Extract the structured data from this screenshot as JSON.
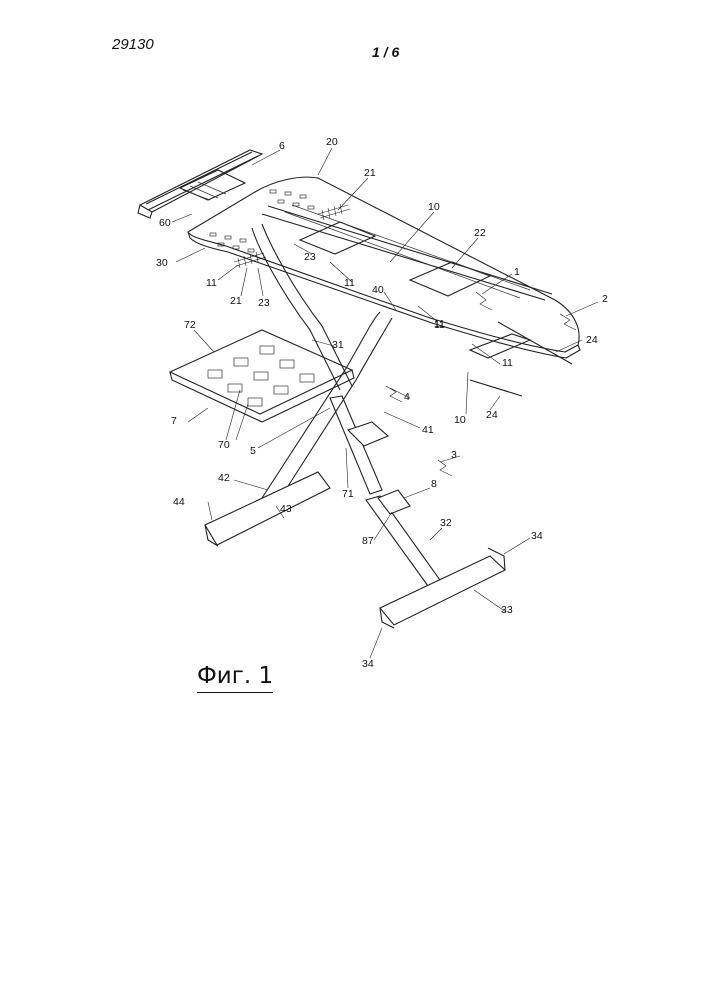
{
  "header": {
    "document_number": "29130",
    "page_counter": "1 / 6"
  },
  "figure": {
    "caption": "Фиг. 1",
    "reference_labels": [
      "6",
      "20",
      "21",
      "10",
      "22",
      "60",
      "30",
      "23",
      "11",
      "11",
      "1",
      "2",
      "11",
      "21",
      "23",
      "40",
      "11",
      "24",
      "72",
      "31",
      "11",
      "4",
      "7",
      "41",
      "10",
      "24",
      "70",
      "5",
      "3",
      "71",
      "42",
      "8",
      "44",
      "43",
      "32",
      "87",
      "34",
      "33",
      "34"
    ]
  }
}
